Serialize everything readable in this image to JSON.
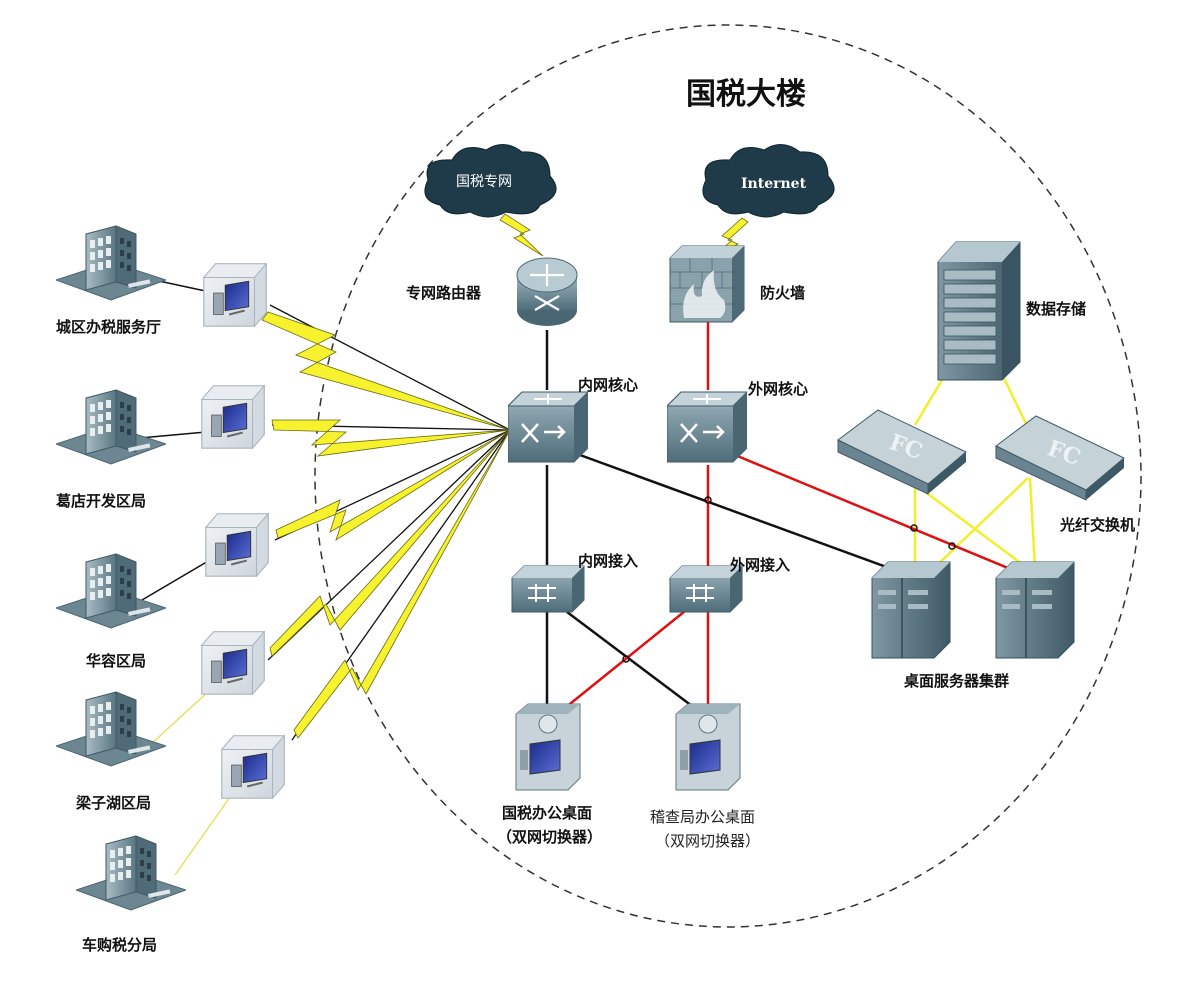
{
  "title": "国税大楼",
  "clouds": {
    "private_net": "国税专网",
    "internet": "Internet"
  },
  "devices": {
    "router": "专网路由器",
    "firewall": "防火墙",
    "inner_core": "内网核心",
    "outer_core": "外网核心",
    "inner_access": "内网接入",
    "outer_access": "外网接入",
    "storage": "数据存储",
    "fc_switch": "光纤交换机",
    "fc_text": "FC",
    "server_cluster": "桌面服务器集群",
    "desk_tax_line1": "国税办公桌面",
    "desk_tax_line2": "（双网切换器）",
    "desk_audit_line1": "稽查局办公桌面",
    "desk_audit_line2": "（双网切换器）"
  },
  "branches": [
    {
      "label": "城区办税服务厅"
    },
    {
      "label": "葛店开发区局"
    },
    {
      "label": "华容区局"
    },
    {
      "label": "梁子湖区局"
    },
    {
      "label": "车购税分局"
    }
  ],
  "colors": {
    "device": "#5f7f8c",
    "device_dark": "#3e5966",
    "cloud": "#1f3a48",
    "internal_link": "#111111",
    "external_link": "#e01010",
    "storage_link": "#f2ee2a",
    "wan_bolt": "#f6f22e"
  }
}
